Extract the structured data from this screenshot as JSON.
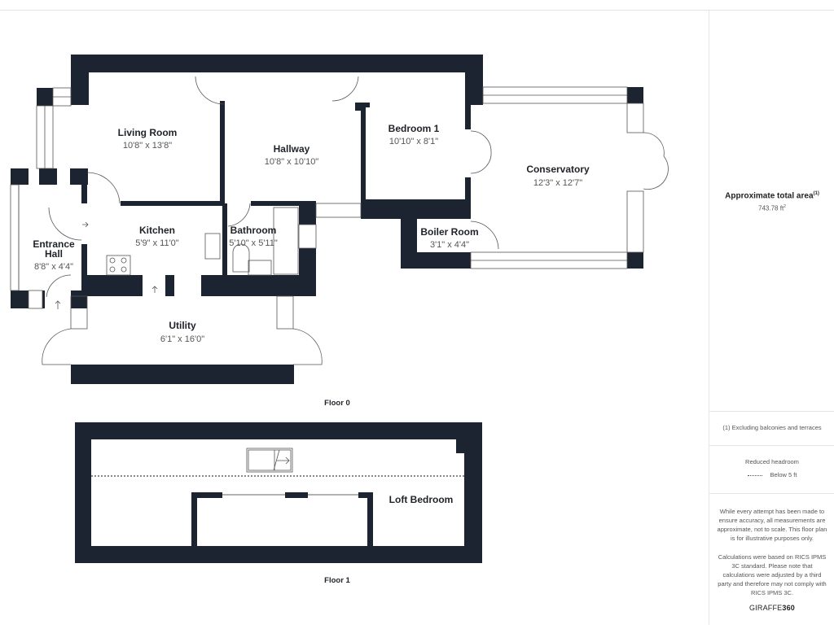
{
  "floors": [
    {
      "label": "Floor 0",
      "rooms": [
        {
          "name": "Living Room",
          "dims": "10'8\" x 13'8\""
        },
        {
          "name": "Hallway",
          "dims": "10'8\" x 10'10\""
        },
        {
          "name": "Bedroom 1",
          "dims": "10'10\" x 8'1\""
        },
        {
          "name": "Conservatory",
          "dims": "12'3\" x 12'7\""
        },
        {
          "name": "Kitchen",
          "dims": "5'9\" x 11'0\""
        },
        {
          "name": "Bathroom",
          "dims": "5'10\" x 5'11\""
        },
        {
          "name": "Boiler Room",
          "dims": "3'1\" x 4'4\""
        },
        {
          "name": "Entrance",
          "name2": "Hall",
          "dims": "8'8\" x 4'4\""
        },
        {
          "name": "Utility",
          "dims": "6'1\" x 16'0\""
        }
      ]
    },
    {
      "label": "Floor 1",
      "rooms": [
        {
          "name": "Loft Bedroom"
        }
      ]
    }
  ],
  "sidebar": {
    "area_title": "Approximate total area",
    "area_footnote_mark": "(1)",
    "area_value": "743.78 ft",
    "area_unit_sup": "2",
    "footnote": "(1) Excluding balconies and terraces",
    "legend_title": "Reduced headroom",
    "legend_item": "Below 5 ft",
    "disclaimer_1": "While every attempt has been made to ensure accuracy, all measurements are approximate, not to scale. This floor plan is for illustrative purposes only.",
    "disclaimer_2": "Calculations were based on RICS IPMS 3C standard. Please note that calculations were adjusted by a third party and therefore may not comply with RICS IPMS 3C.",
    "brand_prefix": "GIRAFFE",
    "brand_suffix": "360"
  },
  "colors": {
    "wall": "#1b2430",
    "text": "#1f2328",
    "muted": "#555555"
  }
}
